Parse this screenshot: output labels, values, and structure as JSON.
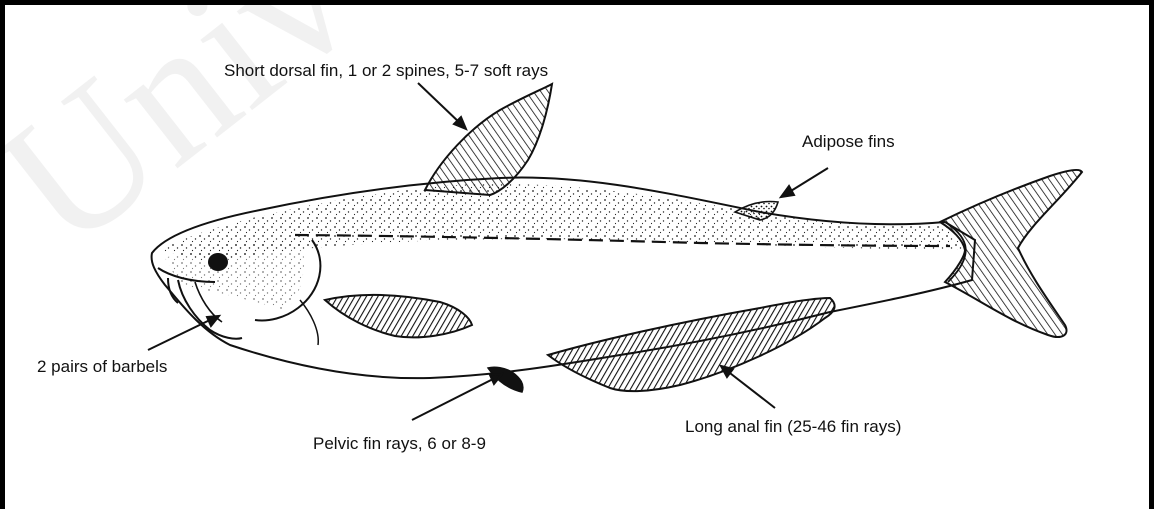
{
  "watermark": "Univer",
  "labels": {
    "dorsal": "Short dorsal fin, 1 or 2 spines, 5-7 soft rays",
    "adipose": "Adipose fins",
    "barbels": "2 pairs of barbels",
    "pelvic": "Pelvic fin rays, 6 or 8-9",
    "anal": "Long anal fin (25-46 fin rays)"
  }
}
